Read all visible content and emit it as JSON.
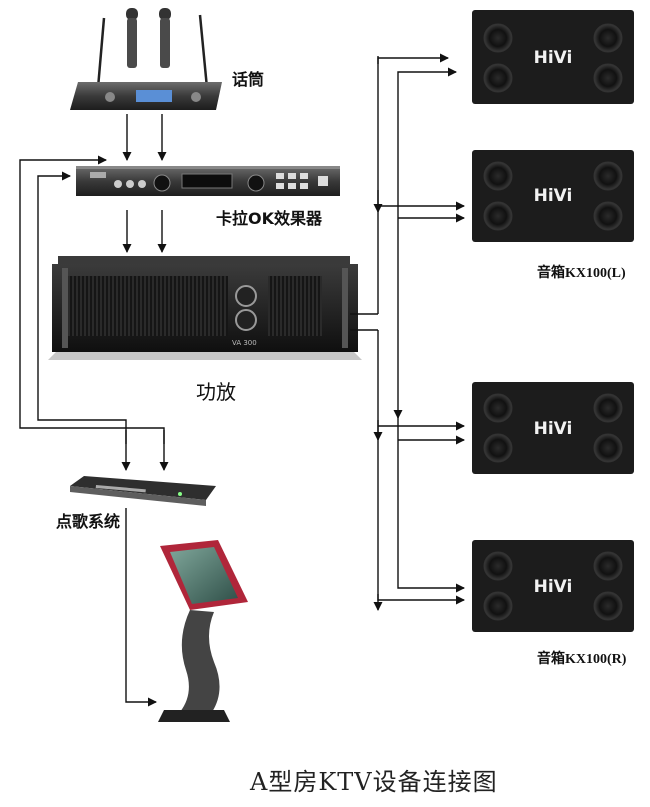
{
  "labels": {
    "microphone": "话筒",
    "karaoke_effector": "卡拉OK效果器",
    "amplifier": "功放",
    "song_system": "点歌系统",
    "speaker_left": "音箱KX100(L)",
    "speaker_right": "音箱KX100(R)"
  },
  "speaker_brand": "HiVi",
  "amplifier_model": "VA 300",
  "footer_title": "A型房KTV设备连接图",
  "colors": {
    "line": "#111111",
    "speaker_body": "#1c1c1c",
    "touchscreen_frame": "#b0263a",
    "mic_display": "#5a8fd6"
  },
  "icons": [
    "wireless-microphone-icon",
    "karaoke-effector-icon",
    "amplifier-icon",
    "song-system-box-icon",
    "touchscreen-kiosk-icon",
    "speaker-icon"
  ]
}
